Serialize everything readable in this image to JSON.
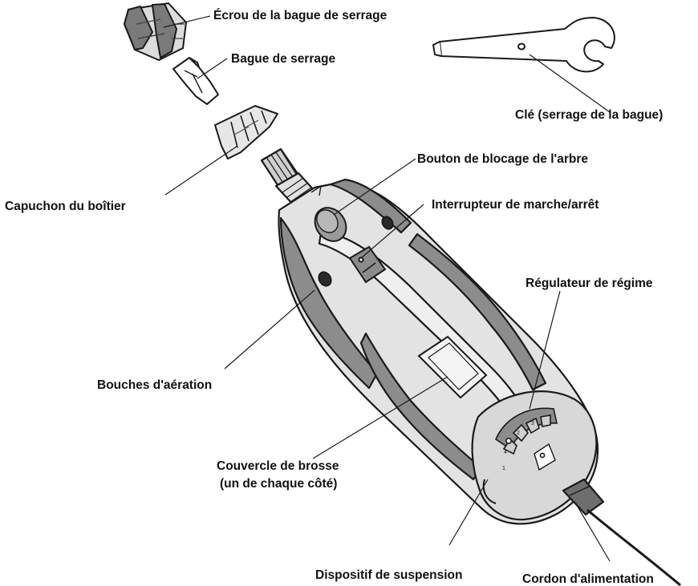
{
  "labels": {
    "collet_nut": "Écrou de la bague de serrage",
    "collet": "Bague de serrage",
    "wrench": "Clé (serrage de la bague)",
    "housing_cap": "Capuchon du boîtier",
    "shaft_lock": "Bouton de blocage de l'arbre",
    "on_off_switch": "Interrupteur de marche/arrêt",
    "speed_control": "Régulateur de régime",
    "air_vents": "Bouches d'aération",
    "brush_cover_line1": "Couvercle de brosse",
    "brush_cover_line2": "(un de chaque côté)",
    "hanger": "Dispositif de suspension",
    "power_cord": "Cordon d'alimentation"
  },
  "dial_marks": [
    "1",
    "2",
    "3",
    "4"
  ],
  "colors": {
    "outline": "#1a1a1a",
    "body_light": "#e3e3e3",
    "body_dark": "#8c8c8c",
    "grip_dark": "#6e6e6e",
    "accent": "#cfcfcf"
  }
}
